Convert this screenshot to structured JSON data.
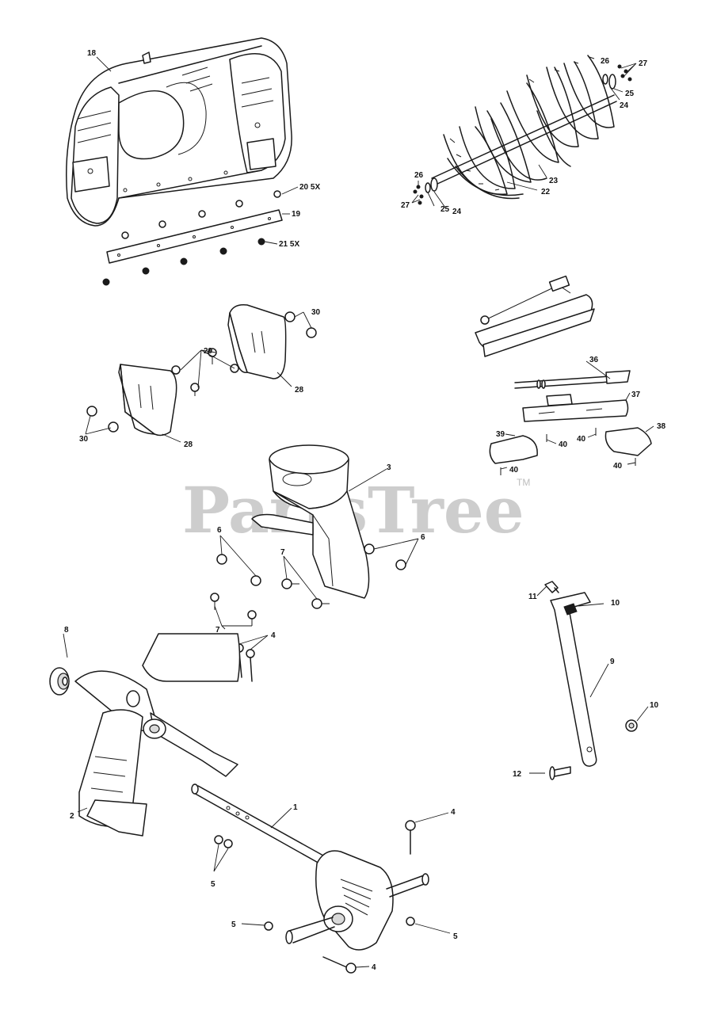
{
  "watermark": {
    "text": "PartsTree",
    "mark": "TM"
  },
  "labels": [
    {
      "id": "l18",
      "text": "18"
    },
    {
      "id": "l20",
      "text": "20 5X"
    },
    {
      "id": "l19",
      "text": "19"
    },
    {
      "id": "l21",
      "text": "21 5X"
    },
    {
      "id": "l26a",
      "text": "26"
    },
    {
      "id": "l27a",
      "text": "27"
    },
    {
      "id": "l25a",
      "text": "25"
    },
    {
      "id": "l24a",
      "text": "24"
    },
    {
      "id": "l23",
      "text": "23"
    },
    {
      "id": "l22",
      "text": "22"
    },
    {
      "id": "l26b",
      "text": "26"
    },
    {
      "id": "l27b",
      "text": "27"
    },
    {
      "id": "l25b",
      "text": "25"
    },
    {
      "id": "l24b",
      "text": "24"
    },
    {
      "id": "l30a",
      "text": "30"
    },
    {
      "id": "l29",
      "text": "29"
    },
    {
      "id": "l28a",
      "text": "28"
    },
    {
      "id": "l30b",
      "text": "30"
    },
    {
      "id": "l28b",
      "text": "28"
    },
    {
      "id": "l36",
      "text": "36"
    },
    {
      "id": "l37",
      "text": "37"
    },
    {
      "id": "l39",
      "text": "39"
    },
    {
      "id": "l40a",
      "text": "40"
    },
    {
      "id": "l40b",
      "text": "40"
    },
    {
      "id": "l38",
      "text": "38"
    },
    {
      "id": "l40c",
      "text": "40"
    },
    {
      "id": "l40d",
      "text": "40"
    },
    {
      "id": "l3",
      "text": "3"
    },
    {
      "id": "l6a",
      "text": "6"
    },
    {
      "id": "l6b",
      "text": "6"
    },
    {
      "id": "l7a",
      "text": "7"
    },
    {
      "id": "l7b",
      "text": "7"
    },
    {
      "id": "l4a",
      "text": "4"
    },
    {
      "id": "l8",
      "text": "8"
    },
    {
      "id": "l11",
      "text": "11"
    },
    {
      "id": "l10a",
      "text": "10"
    },
    {
      "id": "l9",
      "text": "9"
    },
    {
      "id": "l10b",
      "text": "10"
    },
    {
      "id": "l12",
      "text": "12"
    },
    {
      "id": "l2",
      "text": "2"
    },
    {
      "id": "l1",
      "text": "1"
    },
    {
      "id": "l4b",
      "text": "4"
    },
    {
      "id": "l5a",
      "text": "5"
    },
    {
      "id": "l5b",
      "text": "5"
    },
    {
      "id": "l5c",
      "text": "5"
    },
    {
      "id": "l4c",
      "text": "4"
    }
  ]
}
